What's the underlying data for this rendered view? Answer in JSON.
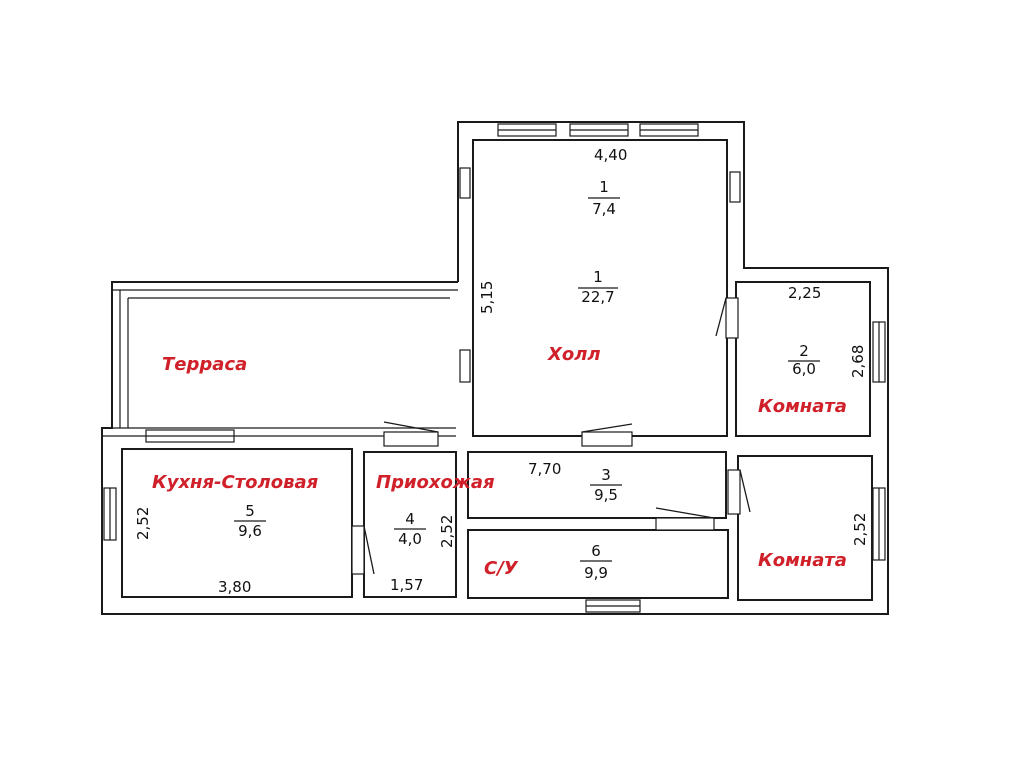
{
  "colors": {
    "wall": "#1a1a1a",
    "label": "#d0202a",
    "background": "#ffffff"
  },
  "rooms": {
    "hall_upper": {
      "number": "1",
      "area": "7,4"
    },
    "hall": {
      "number": "1",
      "area": "22,7",
      "label": "Холл",
      "width": "4,40",
      "depth": "5,15"
    },
    "room_top": {
      "number": "2",
      "area": "6,0",
      "label": "Комната",
      "width": "2,25",
      "depth": "2,68"
    },
    "corridor": {
      "number": "3",
      "area": "9,5",
      "length": "7,70"
    },
    "hallway": {
      "number": "4",
      "area": "4,0",
      "label": "Приохожая",
      "width": "1,57",
      "depth": "2,52"
    },
    "kitchen": {
      "number": "5",
      "area": "9,6",
      "label": "Кухня-Столовая",
      "width": "3,80",
      "depth": "2,52"
    },
    "bathroom": {
      "number": "6",
      "area": "9,9",
      "label": "С/У"
    },
    "room_bottom": {
      "label": "Комната",
      "depth": "2,52"
    },
    "terrace": {
      "label": "Терраса"
    }
  }
}
